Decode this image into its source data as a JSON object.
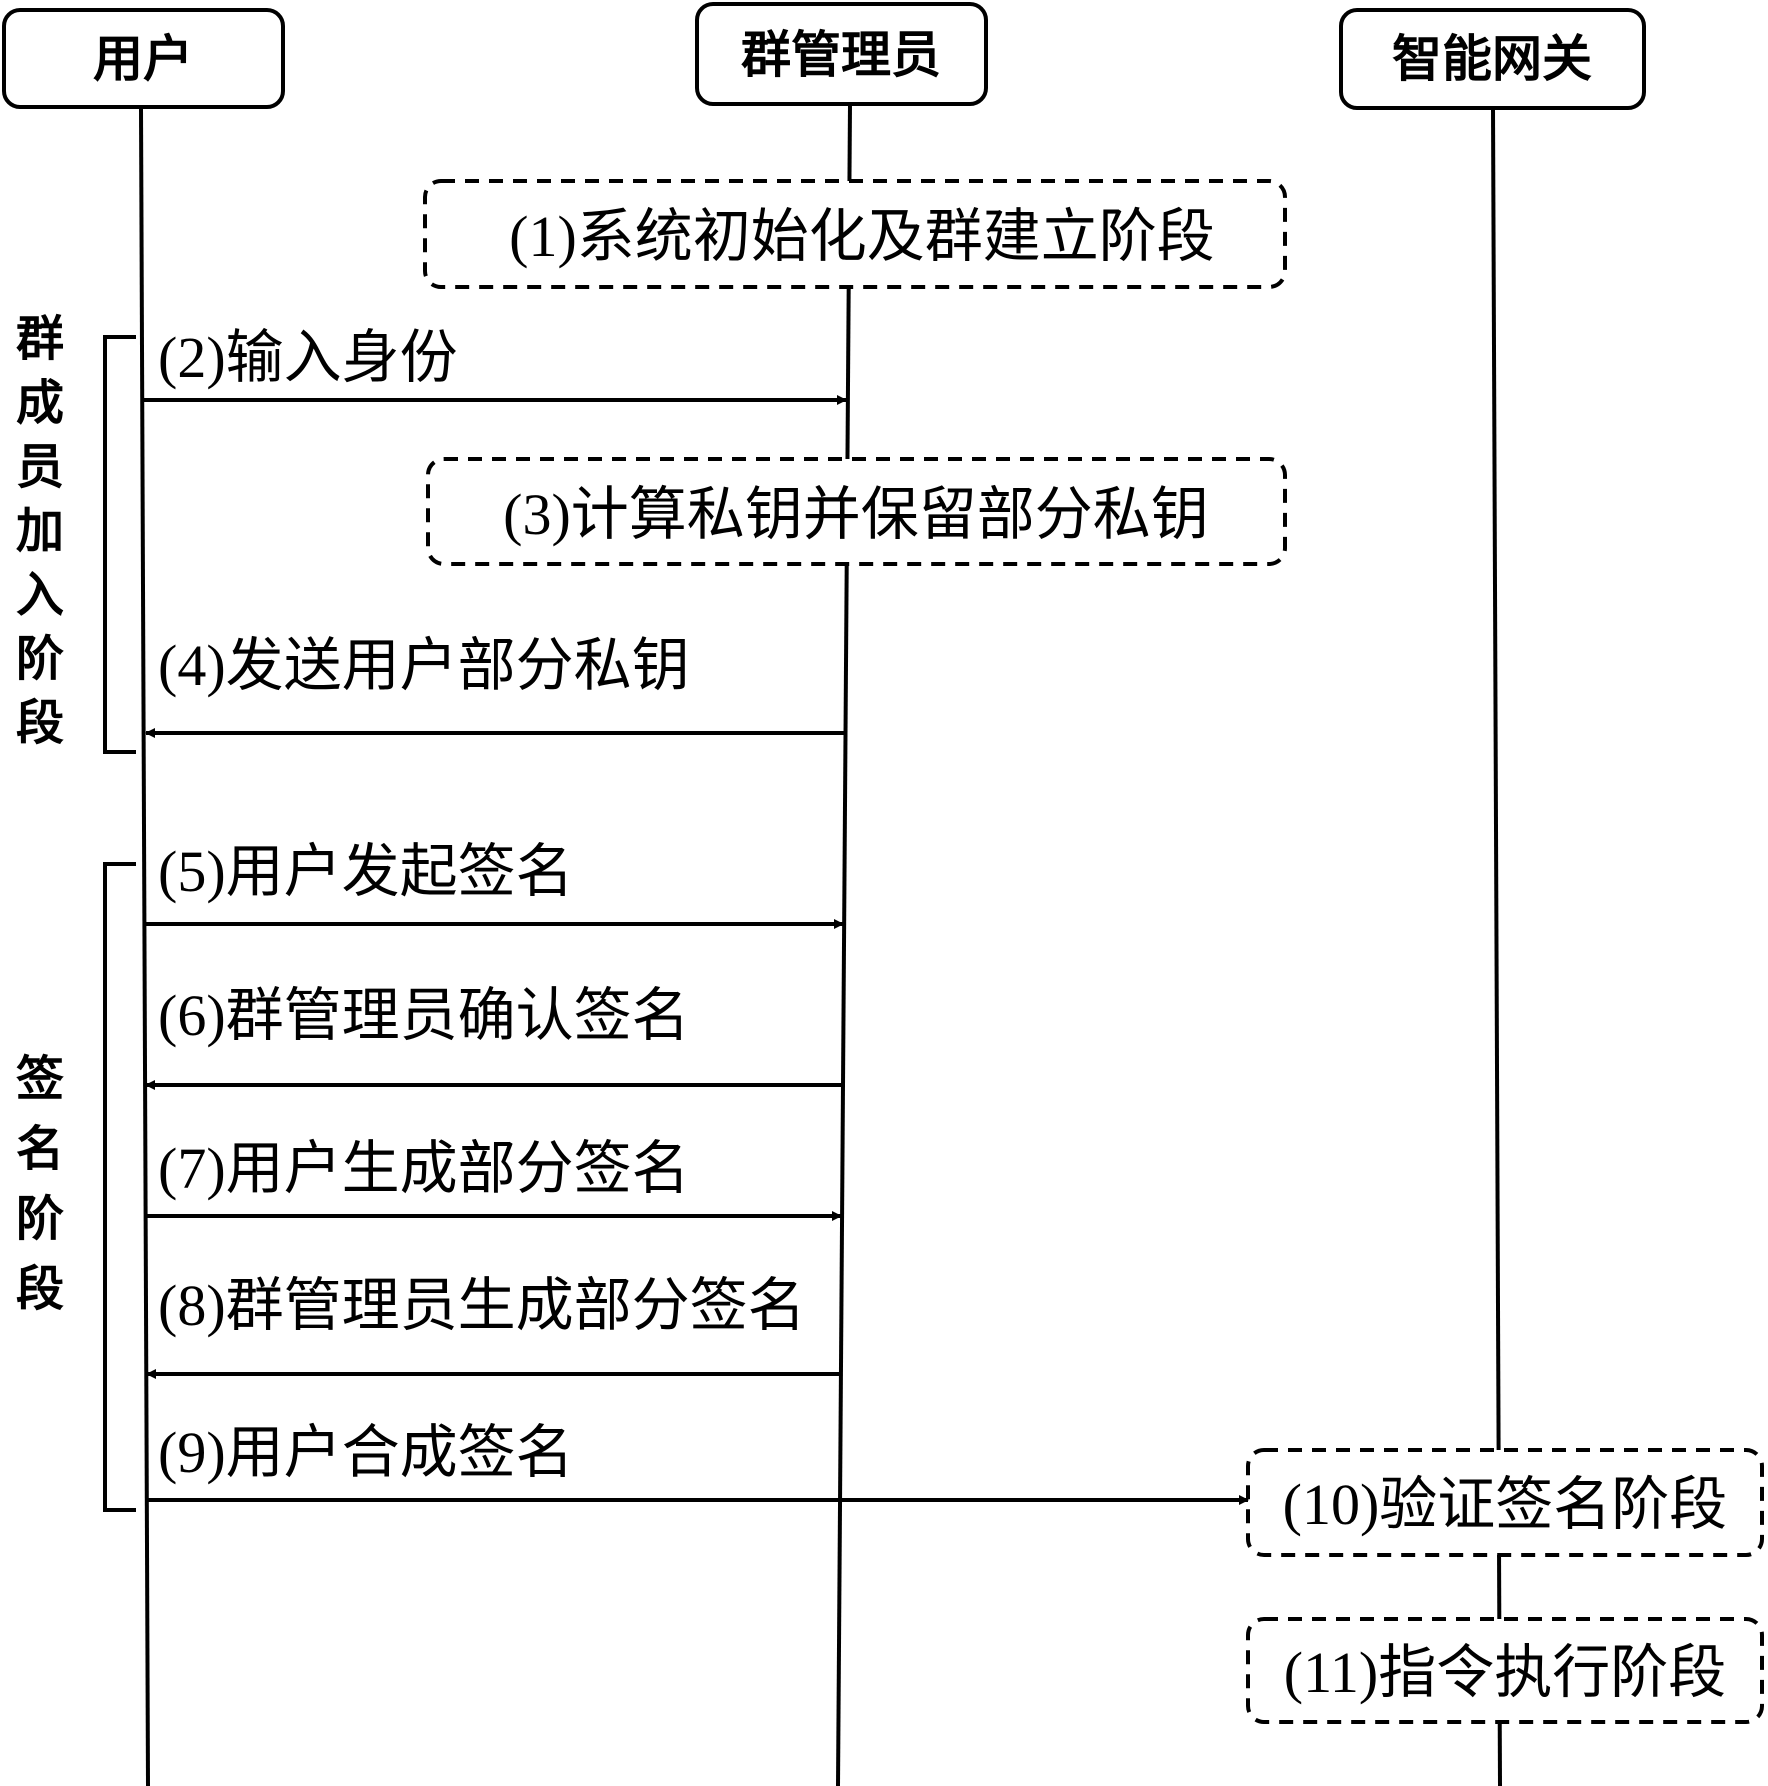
{
  "actors": [
    {
      "id": "user",
      "label": "用户"
    },
    {
      "id": "admin",
      "label": "群管理员"
    },
    {
      "id": "gateway",
      "label": "智能网关"
    }
  ],
  "notes": [
    {
      "id": "n1",
      "label": "(1)系统初始化及群建立阶段"
    },
    {
      "id": "n3",
      "label": "(3)计算私钥并保留部分私钥"
    },
    {
      "id": "n10",
      "label": "(10)验证签名阶段"
    },
    {
      "id": "n11",
      "label": "(11)指令执行阶段"
    }
  ],
  "messages": [
    {
      "id": "m2",
      "label": "(2)输入身份",
      "from": "user",
      "to": "admin"
    },
    {
      "id": "m4",
      "label": "(4)发送用户部分私钥",
      "from": "admin",
      "to": "user"
    },
    {
      "id": "m5",
      "label": "(5)用户发起签名",
      "from": "user",
      "to": "admin"
    },
    {
      "id": "m6",
      "label": "(6)群管理员确认签名",
      "from": "admin",
      "to": "user"
    },
    {
      "id": "m7",
      "label": "(7)用户生成部分签名",
      "from": "user",
      "to": "admin"
    },
    {
      "id": "m8",
      "label": "(8)群管理员生成部分签名",
      "from": "admin",
      "to": "user"
    },
    {
      "id": "m9",
      "label": "(9)用户合成签名",
      "from": "user",
      "to": "gateway"
    }
  ],
  "phases": [
    {
      "id": "p1",
      "label": "群成员加入阶段"
    },
    {
      "id": "p2",
      "label": "签名阶段"
    }
  ]
}
